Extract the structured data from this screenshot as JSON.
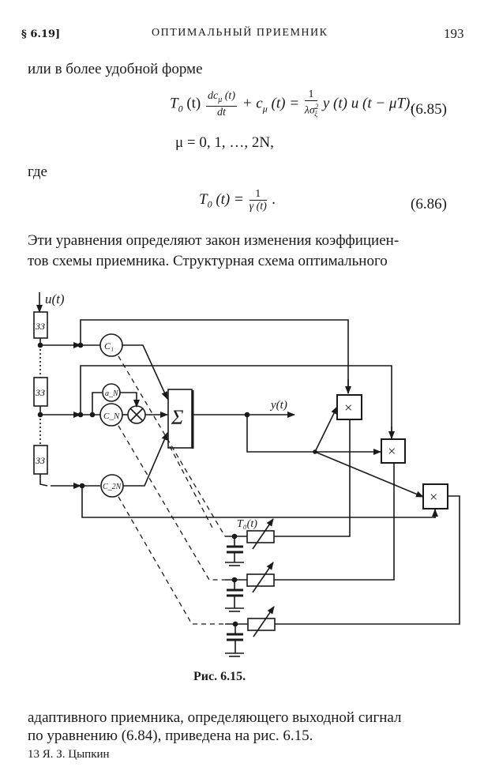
{
  "header": {
    "section": "§ 6.19]",
    "title": "ОПТИМАЛЬНЫЙ ПРИЕМНИК",
    "page_number": "193"
  },
  "body": {
    "intro": "или в более удобной форме",
    "eq1": {
      "lhs_prefix": "T",
      "lhs_sub": "0",
      "lhs_t": " (t)",
      "frac_num": "dc",
      "frac_num_sub": "μ",
      "frac_num_tail": " (t)",
      "frac_den": "dt",
      "middle": "+ c",
      "middle_sub": "μ",
      "middle_tail": " (t) =",
      "rhs_frac_num": "1",
      "rhs_frac_den": "λσ",
      "rhs_frac_den_sup": "2",
      "rhs_frac_den_sub": "ξ",
      "rhs_tail": " y (t) u (t − μT),",
      "number": "(6.85)"
    },
    "eq1_range": "μ = 0,  1,  …,  2N,",
    "where": "где",
    "eq2": {
      "lhs": "T",
      "lhs_sub": "0",
      "lhs_t": " (t) =",
      "frac_num": "1",
      "frac_den": "γ (t)",
      "tail": " .",
      "number": "(6.86)"
    },
    "para1_line1": "Эти уравнения определяют закон изменения коэффициен-",
    "para1_line2": "тов схемы приемника. Структурная схема оптимального",
    "para2_line1": "адаптивного приемника, определяющего выходной сигнал",
    "para2_line2": "по уравнению (6.84), приведена на рис. 6.15."
  },
  "figure": {
    "caption": "Рис. 6.15.",
    "labels": {
      "input": "u(t)",
      "delay": "ЗЗ",
      "c1": "C₁",
      "aN": "a_N",
      "cN": "C_N",
      "c2N": "C_2N",
      "sum": "Σ",
      "output": "y(t)",
      "multiplier": "×",
      "time_const": "T₀(t)"
    }
  },
  "footer": {
    "signature": "13 Я. З. Цыпкин"
  }
}
